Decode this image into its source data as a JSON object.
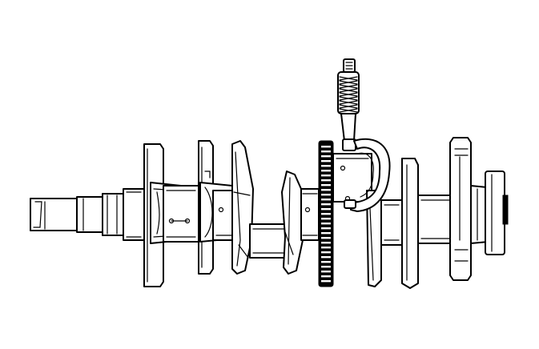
{
  "figure": {
    "line_color": "#000000",
    "background_color": "#ffffff",
    "parts": [
      "crankshaft",
      "reluctor-ring",
      "micrometer"
    ]
  }
}
